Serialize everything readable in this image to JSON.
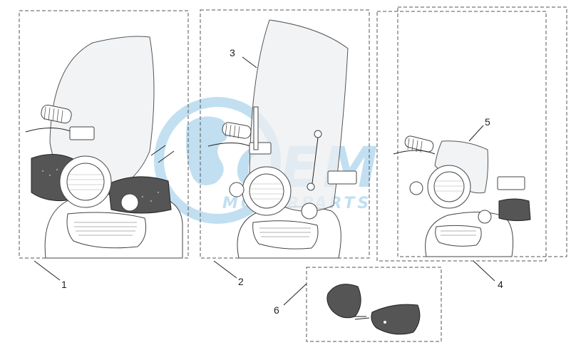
{
  "diagram": {
    "callouts": [
      {
        "id": "1",
        "text": "1"
      },
      {
        "id": "2",
        "text": "2"
      },
      {
        "id": "3",
        "text": "3"
      },
      {
        "id": "4",
        "text": "4"
      },
      {
        "id": "5",
        "text": "5"
      },
      {
        "id": "6",
        "text": "6"
      }
    ]
  },
  "watermark": {
    "brand": "CEM",
    "tagline": "MOTORPARTS",
    "color": "#8fc6e6"
  },
  "colors": {
    "line": "#222222",
    "dashed_frame": "#555555",
    "dark_part": "#555555",
    "windshield": "#eceff1"
  }
}
